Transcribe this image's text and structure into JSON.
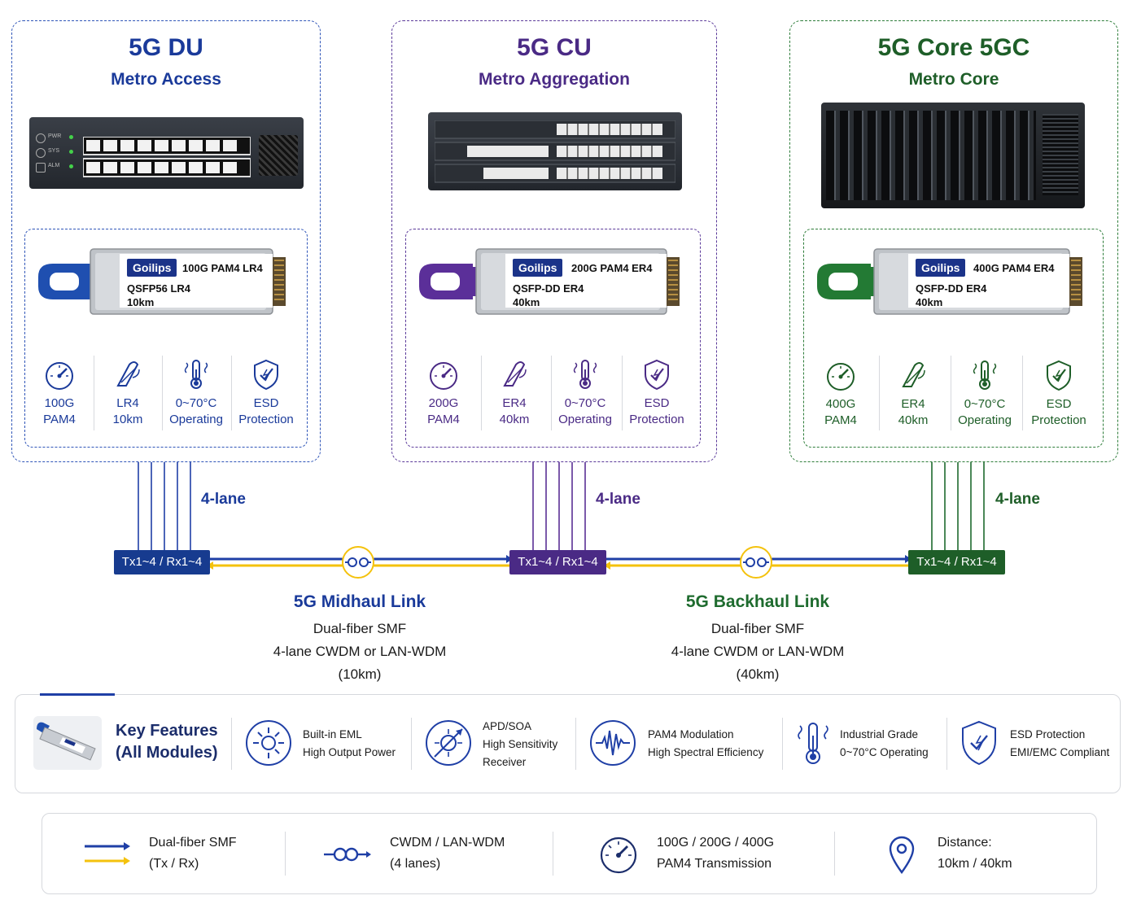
{
  "accent": {
    "blue": "#1f3fa6",
    "purple": "#5a2f95",
    "green": "#1e6b2e",
    "yellow": "#f4c20d",
    "navy": "#173b8f"
  },
  "nodes": [
    {
      "title": "5G DU",
      "subtitle": "Metro Access",
      "brand": "Goilips",
      "module_name": "100G PAM4 LR4",
      "form_factor": "QSFP56 LR4",
      "distance": "10km",
      "features": [
        {
          "l1": "100G",
          "l2": "PAM4",
          "icon": "speedometer-icon"
        },
        {
          "l1": "LR4",
          "l2": "10km",
          "icon": "fiber-icon"
        },
        {
          "l1": "0~70°C",
          "l2": "Operating",
          "icon": "thermometer-icon"
        },
        {
          "l1": "ESD",
          "l2": "Protection",
          "icon": "shield-icon"
        }
      ],
      "port": "Tx1~4 / Rx1~4",
      "lanes": "4-lane"
    },
    {
      "title": "5G CU",
      "subtitle": "Metro Aggregation",
      "brand": "Goilips",
      "module_name": "200G PAM4 ER4",
      "form_factor": "QSFP-DD ER4",
      "distance": "40km",
      "features": [
        {
          "l1": "200G",
          "l2": "PAM4",
          "icon": "speedometer-icon"
        },
        {
          "l1": "ER4",
          "l2": "40km",
          "icon": "fiber-icon"
        },
        {
          "l1": "0~70°C",
          "l2": "Operating",
          "icon": "thermometer-icon"
        },
        {
          "l1": "ESD",
          "l2": "Protection",
          "icon": "shield-icon"
        }
      ],
      "port": "Tx1~4 / Rx1~4",
      "lanes": "4-lane"
    },
    {
      "title": "5G Core 5GC",
      "subtitle": "Metro Core",
      "brand": "Goilips",
      "module_name": "400G PAM4 ER4",
      "form_factor": "QSFP-DD ER4",
      "distance": "40km",
      "features": [
        {
          "l1": "400G",
          "l2": "PAM4",
          "icon": "speedometer-icon"
        },
        {
          "l1": "ER4",
          "l2": "40km",
          "icon": "fiber-icon"
        },
        {
          "l1": "0~70°C",
          "l2": "Operating",
          "icon": "thermometer-icon"
        },
        {
          "l1": "ESD",
          "l2": "Protection",
          "icon": "shield-icon"
        }
      ],
      "port": "Tx1~4 / Rx1~4",
      "lanes": "4-lane"
    }
  ],
  "du_led_labels": [
    "PWR",
    "SYS",
    "ALM"
  ],
  "links": [
    {
      "title": "5G Midhaul Link",
      "line1": "Dual-fiber SMF",
      "line2": "4-lane CWDM or LAN-WDM",
      "line3": "(10km)"
    },
    {
      "title": "5G Backhaul Link",
      "line1": "Dual-fiber SMF",
      "line2": "4-lane CWDM or LAN-WDM",
      "line3": "(40km)"
    }
  ],
  "key_features": {
    "title_line1": "Key Features",
    "title_line2": "(All Modules)",
    "items": [
      {
        "icon": "laser-icon",
        "lines": [
          "Built-in EML",
          "High Output Power"
        ]
      },
      {
        "icon": "receiver-icon",
        "lines": [
          "APD/SOA",
          "High Sensitivity",
          "Receiver"
        ]
      },
      {
        "icon": "waveform-icon",
        "lines": [
          "PAM4 Modulation",
          "High Spectral Efficiency"
        ]
      },
      {
        "icon": "thermometer-icon",
        "lines": [
          "Industrial Grade",
          "0~70°C Operating"
        ]
      },
      {
        "icon": "shield-icon",
        "lines": [
          "ESD Protection",
          "EMI/EMC Compliant"
        ]
      }
    ]
  },
  "legend": [
    {
      "icon": "dual-fiber-arrows-icon",
      "lines": [
        "Dual-fiber SMF",
        "(Tx / Rx)"
      ]
    },
    {
      "icon": "wdm-coupler-icon",
      "lines": [
        "CWDM / LAN-WDM",
        "(4 lanes)"
      ]
    },
    {
      "icon": "speedometer-icon",
      "lines": [
        "100G / 200G / 400G",
        "PAM4 Transmission"
      ]
    },
    {
      "icon": "location-pin-icon",
      "lines": [
        "Distance:",
        "10km / 40km"
      ]
    }
  ]
}
